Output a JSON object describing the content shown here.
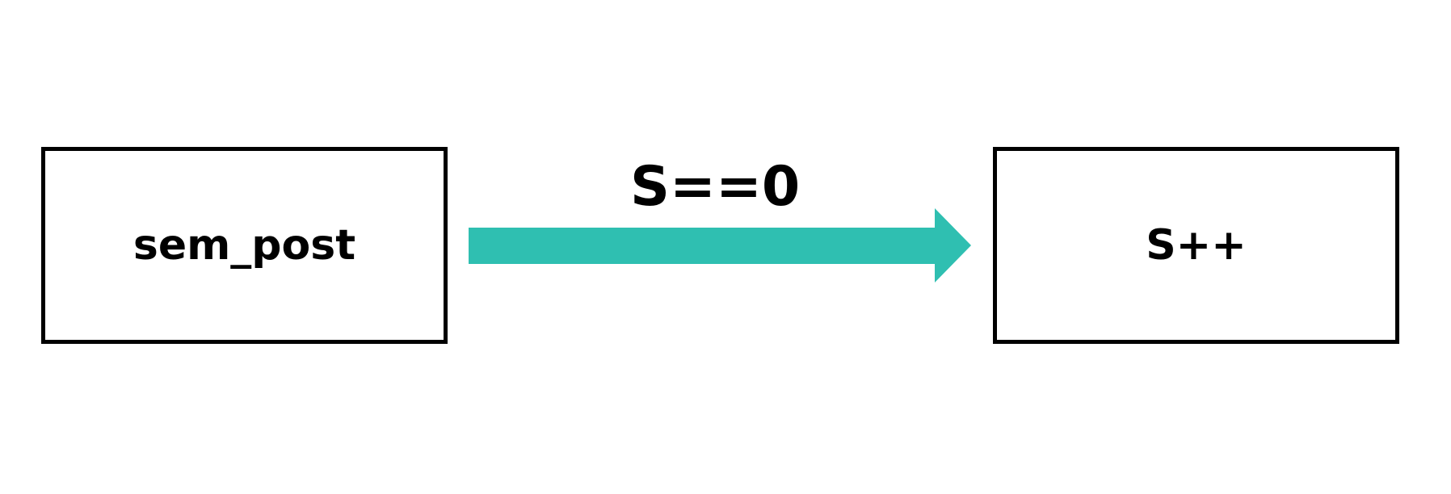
{
  "diagram": {
    "source_node": {
      "label": "sem_post"
    },
    "target_node": {
      "label": "S++"
    },
    "edge": {
      "label": "S==0"
    }
  },
  "colors": {
    "arrow": "#2fbfb1",
    "border": "#000000",
    "text": "#000000",
    "background": "#ffffff"
  }
}
